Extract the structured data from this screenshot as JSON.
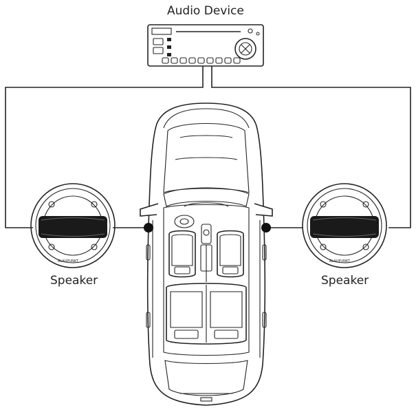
{
  "labels": {
    "audio_device": "Audio Device",
    "speaker_left": "Speaker",
    "speaker_right": "Speaker",
    "speaker_brand": "BLAUPUNKT"
  },
  "colors": {
    "line": "#222222",
    "background": "#ffffff"
  }
}
